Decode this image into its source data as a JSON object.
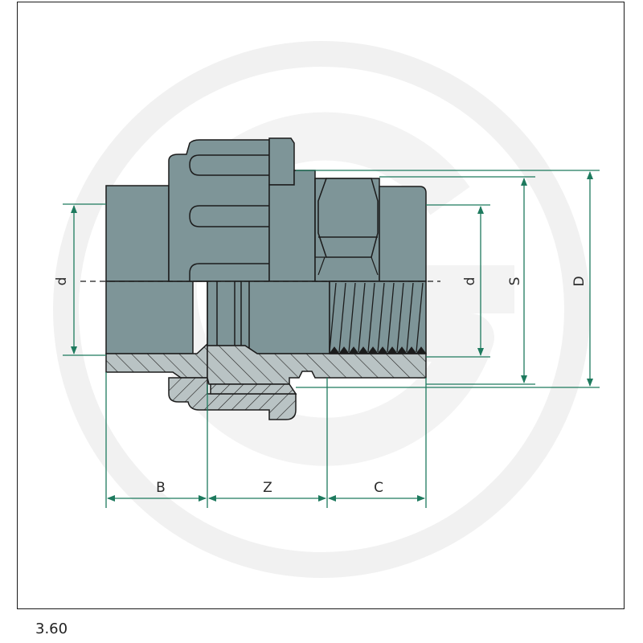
{
  "figure": {
    "number": "3.60",
    "dimension_labels": {
      "d_left": "d",
      "d_right": "d",
      "S": "S",
      "D": "D",
      "B": "B",
      "Z": "Z",
      "C": "C"
    }
  },
  "colors": {
    "body_fill": "#7e9598",
    "section_fill": "#b9c3c4",
    "outline": "#1c1c1c",
    "dimension_lines": "#1e7a5e",
    "watermark": "#f0f0f0"
  },
  "icons": {
    "watermark": "circle-g-logo-watermark"
  }
}
